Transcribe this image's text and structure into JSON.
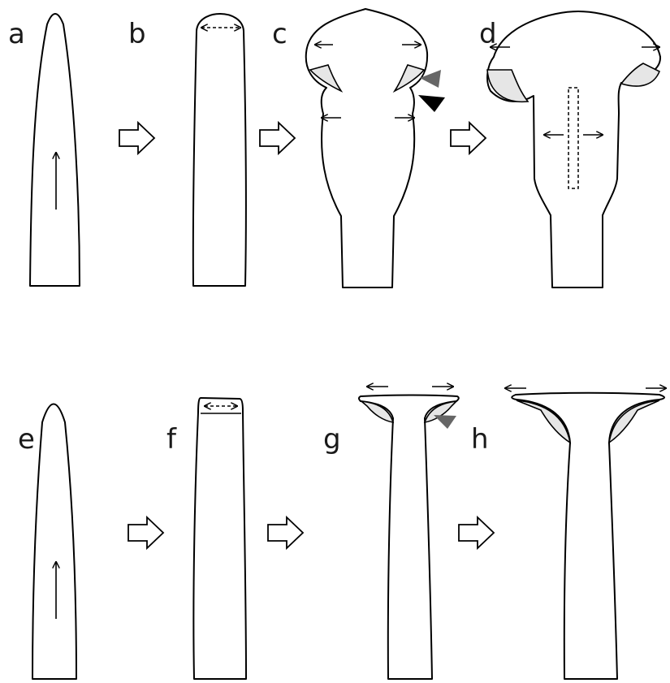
{
  "panels": {
    "a": {
      "label": "a"
    },
    "b": {
      "label": "b"
    },
    "c": {
      "label": "c"
    },
    "d": {
      "label": "d"
    },
    "e": {
      "label": "e"
    },
    "f": {
      "label": "f"
    },
    "g": {
      "label": "g"
    },
    "h": {
      "label": "h"
    }
  },
  "colors": {
    "outline": "#000000",
    "fold_fill": "#e6e6e6",
    "arrowhead_gray": "#666666",
    "arrowhead_black": "#000000"
  }
}
